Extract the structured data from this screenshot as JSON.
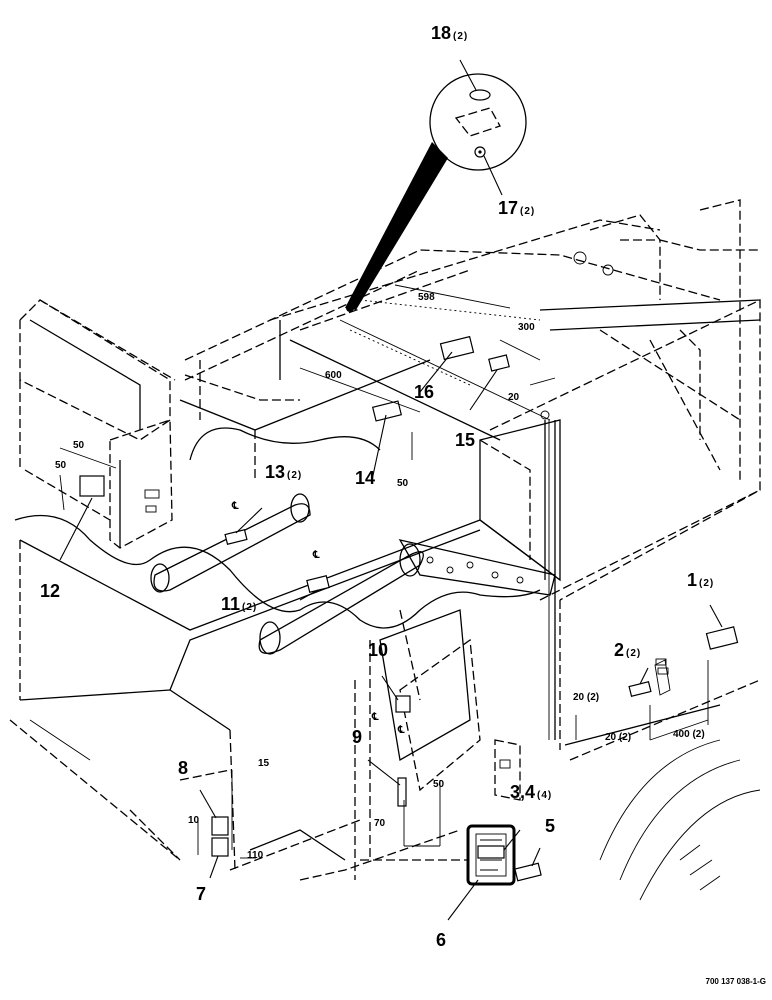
{
  "callouts": {
    "c1": {
      "num": "1",
      "qty": "(2)"
    },
    "c2": {
      "num": "2",
      "qty": "(2)"
    },
    "c34": {
      "num": "3,4",
      "qty": "(4)"
    },
    "c5": {
      "num": "5",
      "qty": ""
    },
    "c6": {
      "num": "6",
      "qty": ""
    },
    "c7": {
      "num": "7",
      "qty": ""
    },
    "c8": {
      "num": "8",
      "qty": ""
    },
    "c9": {
      "num": "9",
      "qty": ""
    },
    "c10": {
      "num": "10",
      "qty": ""
    },
    "c11": {
      "num": "11",
      "qty": "(2)"
    },
    "c12": {
      "num": "12",
      "qty": ""
    },
    "c13": {
      "num": "13",
      "qty": "(2)"
    },
    "c14": {
      "num": "14",
      "qty": ""
    },
    "c15": {
      "num": "15",
      "qty": ""
    },
    "c16": {
      "num": "16",
      "qty": ""
    },
    "c17": {
      "num": "17",
      "qty": "(2)"
    },
    "c18": {
      "num": "18",
      "qty": "(2)"
    }
  },
  "dimensions": {
    "d598": "598",
    "d300": "300",
    "d600": "600",
    "d20a": "20",
    "d50a": "50",
    "d50b": "50",
    "d50c": "50",
    "d50d": "50",
    "d20b": "20 (2)",
    "d20c": "20 (2)",
    "d400": "400 (2)",
    "d15": "15",
    "d10": "10",
    "d110": "110",
    "d70": "70"
  },
  "centerline_symbol": "℄",
  "reference_number": "700 137 038-1-G"
}
